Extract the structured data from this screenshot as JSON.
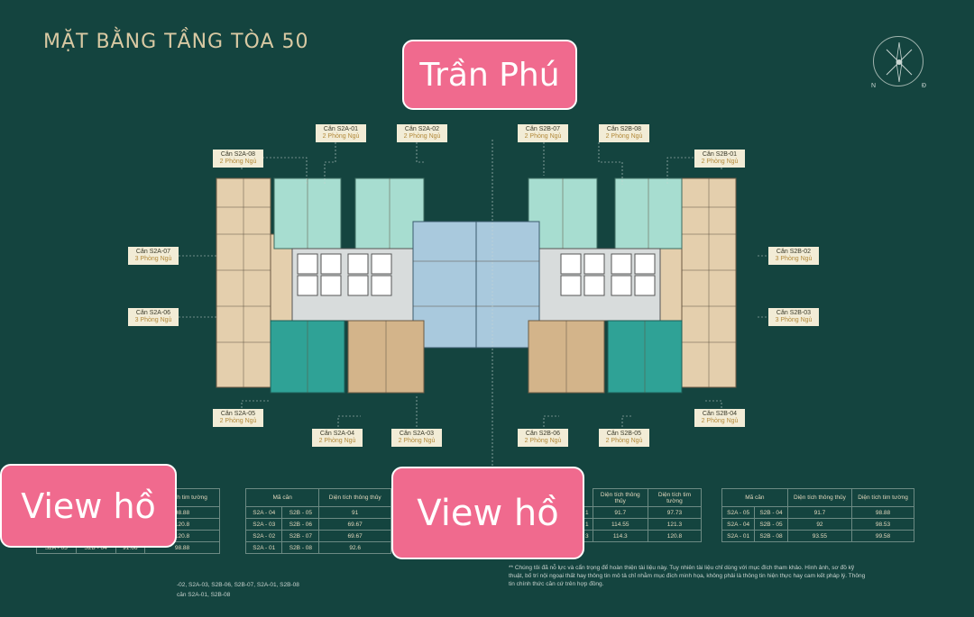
{
  "title": "MẶT BẰNG TẦNG TÒA 50",
  "compass": {
    "n": "N",
    "e": "Đ"
  },
  "highlights": {
    "top": "Trần Phú",
    "left": "View hồ",
    "middle": "View hồ"
  },
  "units": [
    {
      "code": "Căn S2A-01",
      "rooms": "2 Phòng Ngủ"
    },
    {
      "code": "Căn S2A-02",
      "rooms": "2 Phòng Ngủ"
    },
    {
      "code": "Căn S2B-07",
      "rooms": "2 Phòng Ngủ"
    },
    {
      "code": "Căn S2B-08",
      "rooms": "2 Phòng Ngủ"
    },
    {
      "code": "Căn S2A-08",
      "rooms": "2 Phòng Ngủ"
    },
    {
      "code": "Căn S2B-01",
      "rooms": "2 Phòng Ngủ"
    },
    {
      "code": "Căn S2A-07",
      "rooms": "3 Phòng Ngủ"
    },
    {
      "code": "Căn S2B-02",
      "rooms": "3 Phòng Ngủ"
    },
    {
      "code": "Căn S2A-06",
      "rooms": "3 Phòng Ngủ"
    },
    {
      "code": "Căn S2B-03",
      "rooms": "3 Phòng Ngủ"
    },
    {
      "code": "Căn S2A-05",
      "rooms": "2 Phòng Ngủ"
    },
    {
      "code": "Căn S2B-04",
      "rooms": "2 Phòng Ngủ"
    },
    {
      "code": "Căn S2A-04",
      "rooms": "2 Phòng Ngủ"
    },
    {
      "code": "Căn S2A-03",
      "rooms": "2 Phòng Ngủ"
    },
    {
      "code": "Căn S2B-06",
      "rooms": "2 Phòng Ngủ"
    },
    {
      "code": "Căn S2B-05",
      "rooms": "2 Phòng Ngủ"
    }
  ],
  "table1": {
    "header": "Diện tích tim tường",
    "rows": [
      [
        "98.88"
      ],
      [
        "120.8"
      ],
      [
        "120.8"
      ],
      [
        "S2A - 05",
        "S2B - 04",
        "91.66",
        "98.88"
      ]
    ]
  },
  "table2": {
    "header": [
      "Mã căn",
      "Diện tích thông thủy"
    ],
    "rows": [
      [
        "S2A - 04",
        "S2B - 05",
        "91"
      ],
      [
        "S2A - 03",
        "S2B - 06",
        "69.67"
      ],
      [
        "S2A - 02",
        "S2B - 07",
        "69.67"
      ],
      [
        "S2A - 01",
        "S2B - 08",
        "92.6"
      ]
    ]
  },
  "table3": {
    "header": [
      "Diện tích thông thủy",
      "Diện tích tim tường"
    ],
    "rows": [
      [
        "1",
        "91.7",
        "97.73"
      ],
      [
        "1",
        "114.55",
        "121.3"
      ],
      [
        "3",
        "114.3",
        "120.8"
      ]
    ]
  },
  "table4": {
    "header": [
      "Mã căn",
      "Diện tích thông thủy",
      "Diện tích tim tường"
    ],
    "rows": [
      [
        "S2A - 05",
        "S2B - 04",
        "91.7",
        "98.88"
      ],
      [
        "S2A - 04",
        "S2B - 05",
        "92",
        "98.53"
      ],
      [
        "S2A - 01",
        "S2B - 08",
        "93.55",
        "99.58"
      ]
    ]
  },
  "notes": {
    "left1": "-02, S2A-03, S2B-06, S2B-07, S2A-01, S2B-08",
    "left2": "căn S2A-01, S2B-08",
    "right": "** Chúng tôi đã nỗ lực và cẩn trọng để hoàn thiện tài liệu này. Tuy nhiên tài liệu chỉ dùng với mục đích tham khảo. Hình ảnh, sơ đồ kỹ thuật, bố trí nội ngoại thất hay thông tin mô tả chỉ nhằm mục đích minh họa, không phải là thông tin hiện thực hay cam kết pháp lý. Thông tin chính thức căn cứ trên hợp đồng."
  }
}
